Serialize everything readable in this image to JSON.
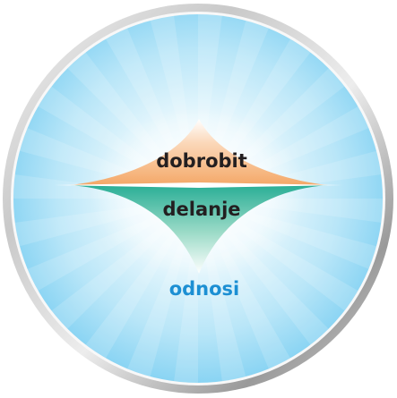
{
  "diagram": {
    "upper_label": "dobrobit",
    "lower_label": "delanje",
    "bottom_label": "odnosi",
    "colors": {
      "upper_fill": "#f6b987",
      "lower_fill": "#2fb99f",
      "bottom_text": "#1c8fd3",
      "label_text": "#231f20",
      "disc_center": "#ffffff",
      "disc_edge": "#7fd0f2",
      "rim": "#a9a9a9"
    }
  }
}
